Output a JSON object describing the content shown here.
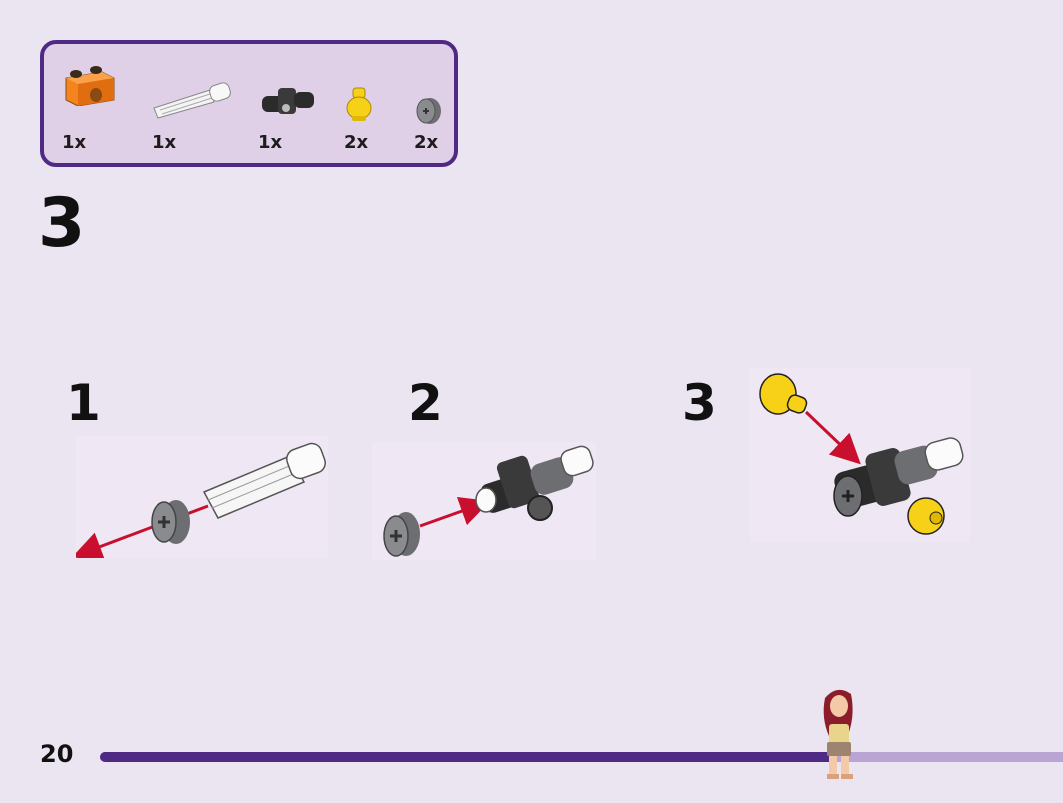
{
  "parts_list": [
    {
      "name": "orange-technic-brick",
      "qty": "1x"
    },
    {
      "name": "white-axle-pin",
      "qty": "1x"
    },
    {
      "name": "black-cross-connector",
      "qty": "1x"
    },
    {
      "name": "yellow-bush",
      "qty": "2x"
    },
    {
      "name": "grey-bush",
      "qty": "2x"
    }
  ],
  "step": {
    "number": "3"
  },
  "substeps": [
    {
      "number": "1"
    },
    {
      "number": "2"
    },
    {
      "number": "3"
    }
  ],
  "footer": {
    "page_number": "20",
    "progress": 0.76
  },
  "colors": {
    "accent": "#4f2a85",
    "arrow": "#c8102e",
    "orange": "#f5841f",
    "yellow": "#f7d117",
    "grey": "#6d6e71",
    "black": "#2b2b2b"
  }
}
